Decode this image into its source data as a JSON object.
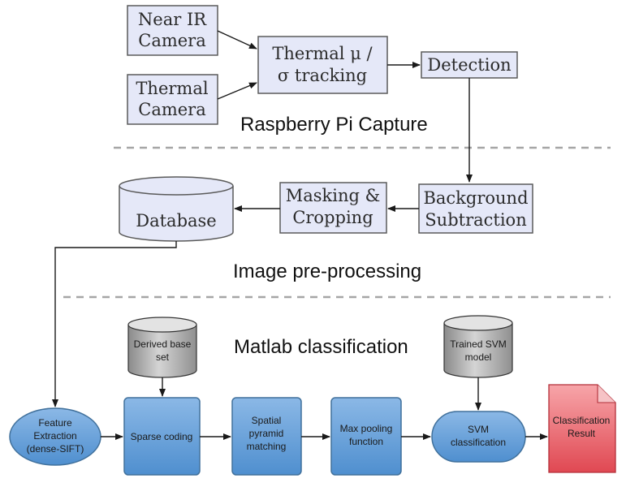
{
  "sections": {
    "capture": "Raspberry Pi Capture",
    "preprocessing": "Image pre-processing",
    "classification": "Matlab classification"
  },
  "capture_stage": {
    "near_ir_camera": [
      "Near IR",
      "Camera"
    ],
    "thermal_camera": [
      "Thermal",
      "Camera"
    ],
    "thermal_tracking": [
      "Thermal μ /",
      "σ tracking"
    ],
    "detection": [
      "Detection"
    ]
  },
  "preprocessing_stage": {
    "background_subtraction": [
      "Background",
      "Subtraction"
    ],
    "masking_cropping": [
      "Masking &",
      "Cropping"
    ],
    "database": [
      "Database"
    ]
  },
  "classification_stage": {
    "derived_base_set": [
      "Derived base",
      "set"
    ],
    "trained_svm_model": [
      "Trained SVM",
      "model"
    ],
    "feature_extraction": [
      "Feature",
      "Extraction",
      "(dense-SIFT)"
    ],
    "sparse_coding": [
      "Sparse coding"
    ],
    "spatial_pyramid_matching": [
      "Spatial",
      "pyramid",
      "matching"
    ],
    "max_pooling_function": [
      "Max pooling",
      "function"
    ],
    "svm_classification": [
      "SVM",
      "classification"
    ],
    "classification_result": [
      "Classification",
      "Result"
    ]
  },
  "colors": {
    "stage_box_fill": "#e5e8f8",
    "stage_box_border": "#5a5a5a",
    "process_fill": "#5b9bd5",
    "process_border": "#41719c",
    "data_store_fill": "#c8c8c8",
    "result_fill": "#f0606a",
    "divider": "#a6a6a6"
  }
}
